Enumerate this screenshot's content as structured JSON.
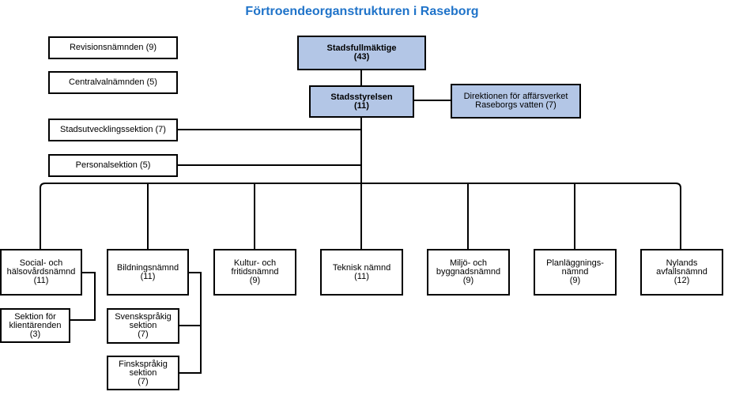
{
  "title": "Förtroendeorganstrukturen i Raseborg",
  "colors": {
    "title": "#1f73c9",
    "highlight_box": "#b3c6e6",
    "line": "#000000"
  },
  "nodes": {
    "stadsfullmaktige": {
      "l1": "Stadsfullmäktige",
      "l2": "(43)"
    },
    "stadsstyrelsen": {
      "l1": "Stadsstyrelsen",
      "l2": "(11)"
    },
    "direktionen": {
      "l1": "Direktionen för affärsverket",
      "l2": "Raseborgs vatten (7)"
    },
    "revision": {
      "l1": "Revisionsnämnden (9)"
    },
    "centralval": {
      "l1": "Centralvalnämnden (5)"
    },
    "stadsutveckling": {
      "l1": "Stadsutvecklingssektion (7)"
    },
    "personal": {
      "l1": "Personalsektion (5)"
    },
    "social": {
      "l1": "Social- och",
      "l2": "hälsovårdsnämnd",
      "l3": "(11)"
    },
    "klient": {
      "l1": "Sektion för",
      "l2": "klientärenden",
      "l3": "(3)"
    },
    "bildning": {
      "l1": "Bildningsnämnd",
      "l2": "(11)"
    },
    "svensk": {
      "l1": "Svenskspråkig",
      "l2": "sektion",
      "l3": "(7)"
    },
    "finsk": {
      "l1": "Finskspråkig",
      "l2": "sektion",
      "l3": "(7)"
    },
    "kultur": {
      "l1": "Kultur- och",
      "l2": "fritidsnämnd",
      "l3": "(9)"
    },
    "teknisk": {
      "l1": "Teknisk nämnd",
      "l2": "(11)"
    },
    "miljo": {
      "l1": "Miljö- och",
      "l2": "byggnadsnämnd",
      "l3": "(9)"
    },
    "planlaggning": {
      "l1": "Planläggnings-",
      "l2": "nämnd",
      "l3": "(9)"
    },
    "nylands": {
      "l1": "Nylands",
      "l2": "avfallsnämnd",
      "l3": "(12)"
    }
  }
}
